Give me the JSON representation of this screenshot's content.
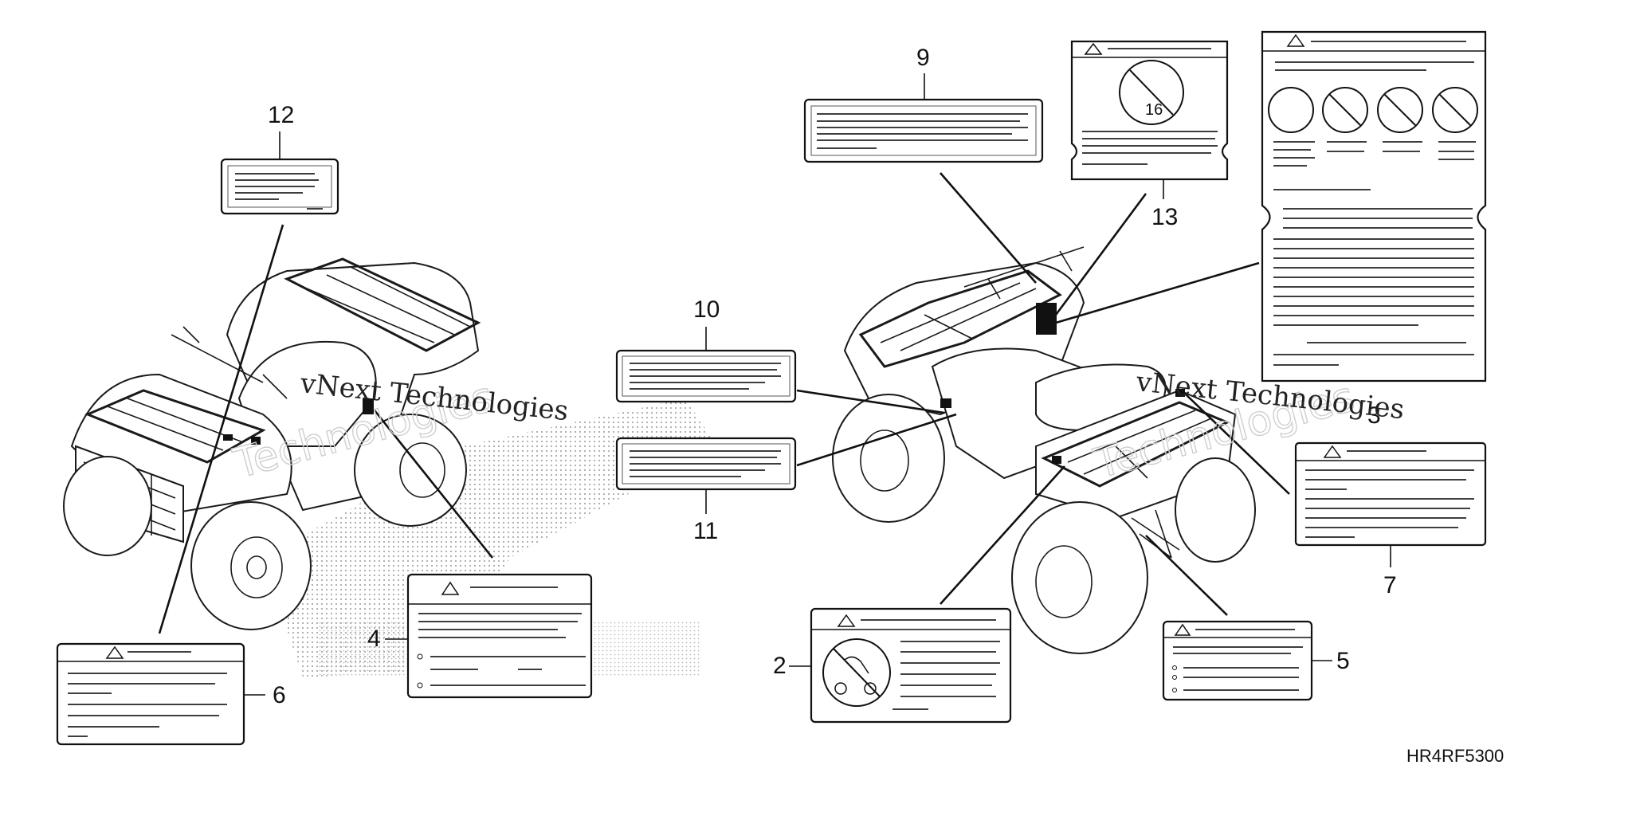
{
  "callouts": {
    "c2": "2",
    "c3": "3",
    "c4": "4",
    "c5": "5",
    "c6": "6",
    "c7": "7",
    "c9": "9",
    "c10": "10",
    "c11": "11",
    "c12": "12",
    "c13": "13"
  },
  "drawing_code": "HR4RF5300",
  "watermark": {
    "left": "vNext Technologies",
    "right": "vNext Technologies"
  },
  "label_13_icon_text": "16",
  "colors": {
    "ink": "#111111",
    "paper": "#ffffff",
    "ghost": "#cfcfcf"
  }
}
